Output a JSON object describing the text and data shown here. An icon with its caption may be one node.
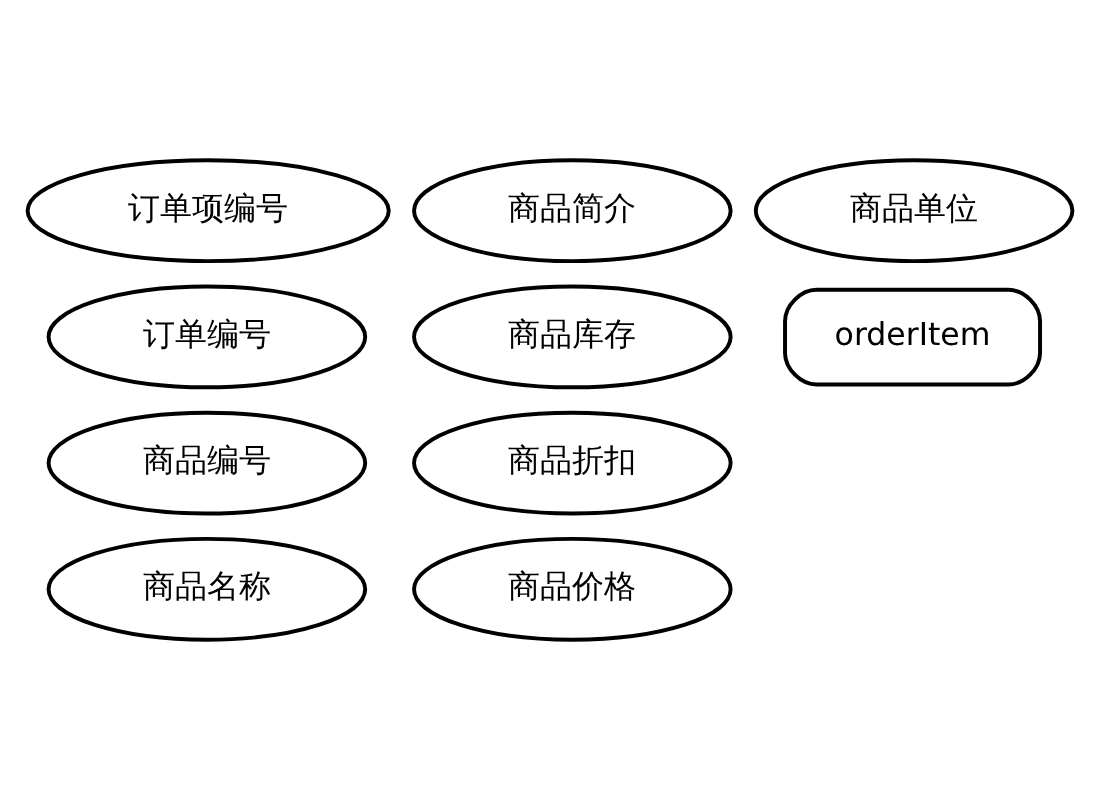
{
  "diagram": {
    "nodes": [
      {
        "text": [
          "订单编号"
        ]
      },
      {
        "text": [
          "商品编号"
        ]
      },
      {
        "text": [
          "订单项编号"
        ]
      },
      {
        "text": [
          "商品名称"
        ]
      },
      {
        "text": [
          "orderItem"
        ]
      },
      {
        "text": [
          "商品简介"
        ]
      },
      {
        "text": [
          "商品库存"
        ]
      },
      {
        "text": [
          "商品折扣"
        ]
      },
      {
        "text": [
          "商品价格"
        ]
      },
      {
        "text": [
          "商品单位"
        ]
      }
    ]
  }
}
